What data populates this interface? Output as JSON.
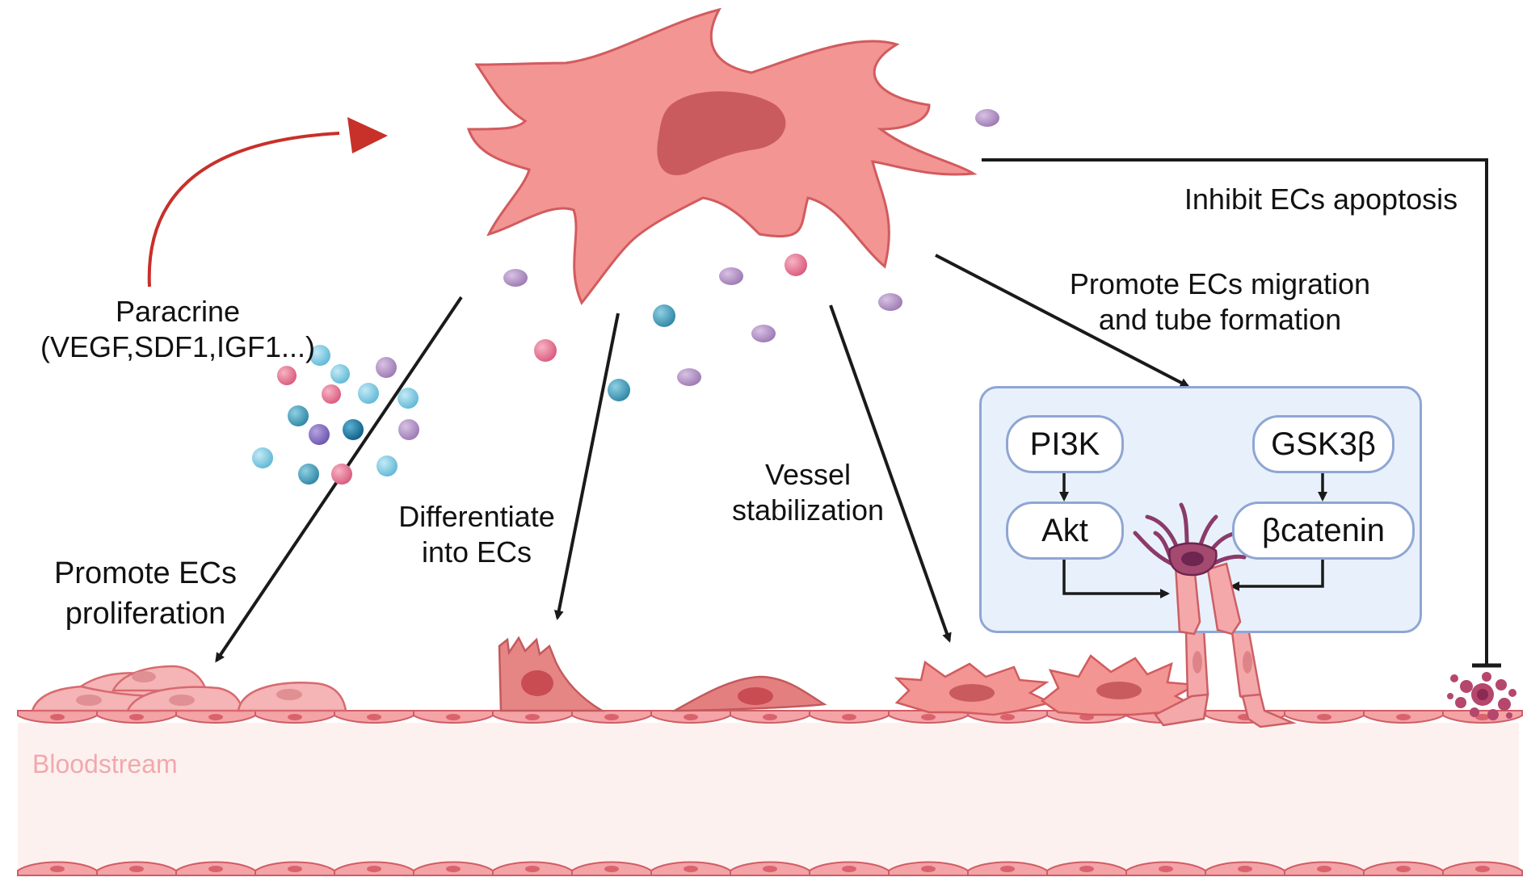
{
  "labels": {
    "paracrine": "Paracrine",
    "paracrine_factors": "(VEGF,SDF1,IGF1...)",
    "proliferation_line1": "Promote ECs",
    "proliferation_line2": "proliferation",
    "differentiate_line1": "Differentiate",
    "differentiate_line2": "into ECs",
    "vessel_line1": "Vessel",
    "vessel_line2": "stabilization",
    "migration_line1": "Promote ECs migration",
    "migration_line2": "and tube formation",
    "apoptosis": "Inhibit ECs apoptosis",
    "bloodstream": "Bloodstream"
  },
  "pathway": {
    "pi3k": "PI3K",
    "akt": "Akt",
    "gsk3b": "GSK3β",
    "bcatenin": "βcatenin"
  },
  "colors": {
    "cell_fill": "#f29593",
    "cell_stroke": "#d25b5e",
    "nucleus": "#c95b5f",
    "vessel_wall": "#f4a3a6",
    "bloodstream_bg": "#fdf1ef",
    "paracrine_arrow": "#c8302a",
    "factor_purple": "#b48ec4",
    "factor_pink": "#ec7a96",
    "factor_teal": "#4aa9c6",
    "factor_lightblue": "#7fcce3",
    "pathway_box": "#e8f1fb",
    "pathway_border": "#8fa6d4"
  }
}
